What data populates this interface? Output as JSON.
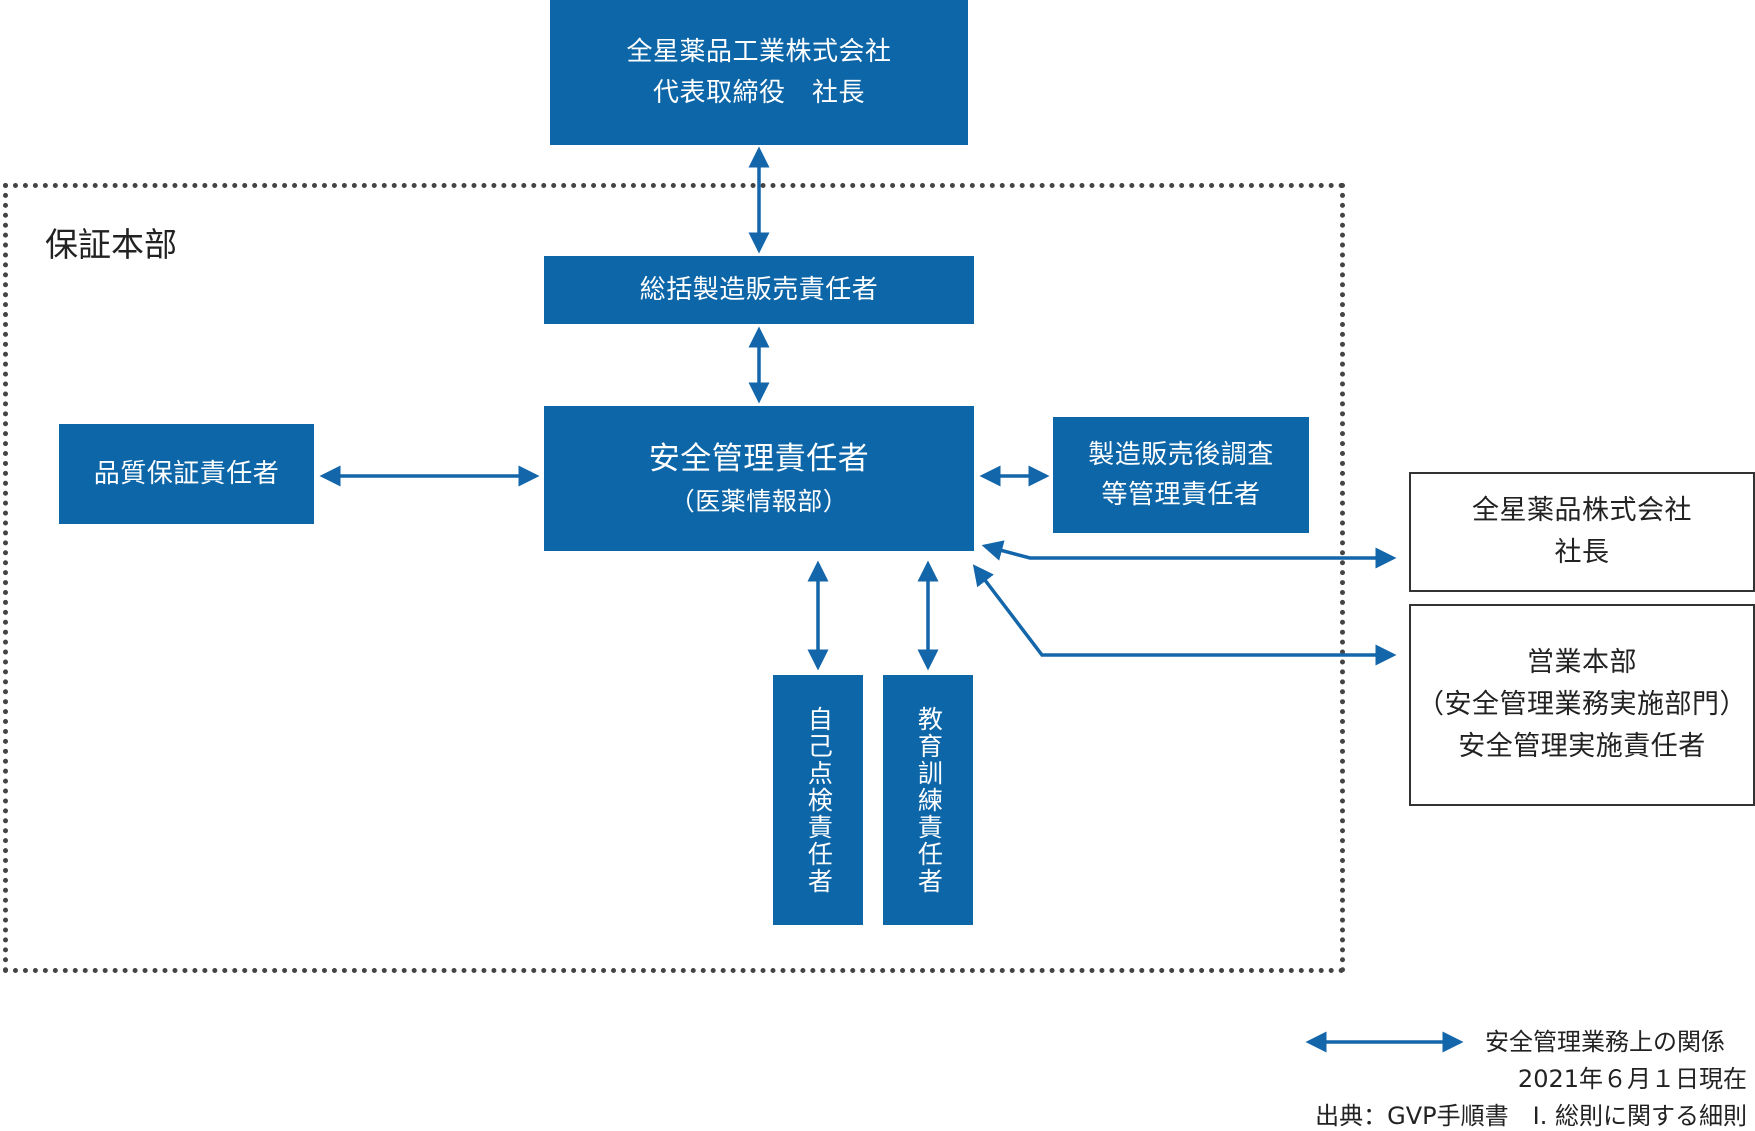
{
  "diagram": {
    "region_label": "保証本部",
    "president": [
      "全星薬品工業株式会社",
      "代表取締役　社長"
    ],
    "general_manager": "総括製造販売責任者",
    "safety_manager": {
      "title": "安全管理責任者",
      "sub": "（医薬情報部）"
    },
    "quality_manager": "品質保証責任者",
    "post_marketing_manager": [
      "製造販売後調査",
      "等管理責任者"
    ],
    "self_inspection_manager": "自己点検責任者",
    "education_manager": "教育訓練責任者",
    "external_president": [
      "全星薬品株式会社",
      "社長"
    ],
    "sales_division": [
      "営業本部",
      "（安全管理業務実施部門）",
      "安全管理実施責任者"
    ],
    "colors": {
      "box_fill": "#0d66a8",
      "arrow": "#1366aa",
      "region_border": "#444444"
    }
  },
  "legend": {
    "label": "安全管理業務上の関係",
    "icon": "double-arrow-icon"
  },
  "footer": {
    "date": "2021年６月１日現在",
    "source": "出典：GVP手順書　I. 総則に関する細則"
  }
}
